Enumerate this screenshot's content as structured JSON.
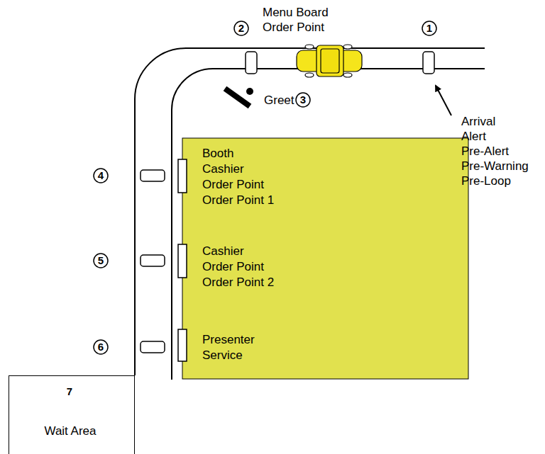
{
  "diagram": {
    "nodes": [
      {
        "text": [
          "Booth",
          "Cashier",
          "Order Point",
          "Order Point 1",
          "Cashier",
          "Order Point",
          "Order Point 2",
          "Presenter",
          "Service"
        ]
      },
      {
        "text": [
          "Wait Area"
        ]
      }
    ],
    "labels": [
      "Menu Board",
      "Order Point",
      "2",
      "1",
      "Greet",
      "3",
      "Arrival",
      "Alert",
      "Pre-Alert",
      "Pre-Warning",
      "Pre-Loop",
      "4",
      "5",
      "6",
      "7"
    ]
  }
}
